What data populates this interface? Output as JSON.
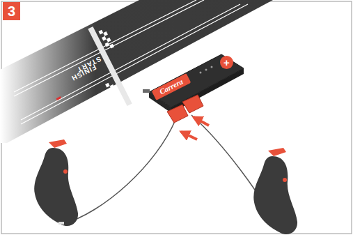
{
  "diagram": {
    "nodes": [
      {
        "text": [
          "3"
        ]
      },
      {
        "text": [
          "Carrera"
        ]
      },
      {
        "text": [
          "+"
        ]
      }
    ],
    "labels": [
      "START",
      "FINISH"
    ]
  }
}
